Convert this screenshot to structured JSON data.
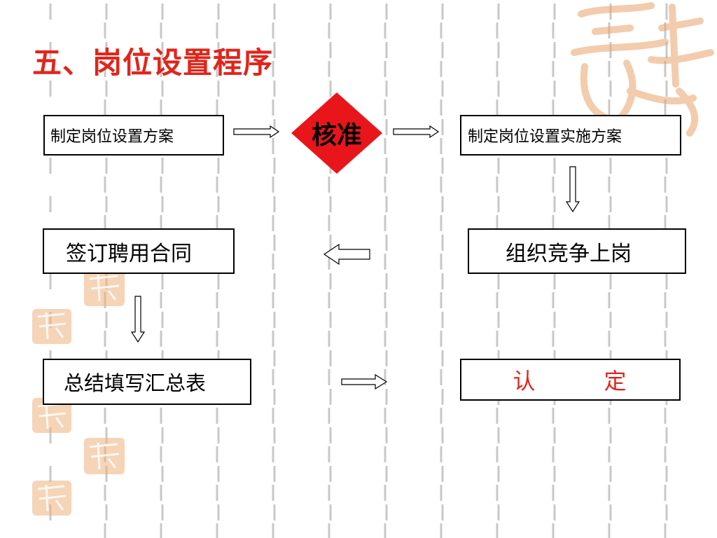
{
  "title": "五、岗位设置程序",
  "steps": {
    "draft_plan": "制定岗位设置方案",
    "approve": "核准",
    "implementation_plan": "制定岗位设置实施方案",
    "competition": "组织竞争上岗",
    "contract": "签订聘用合同",
    "summary": "总结填写汇总表",
    "confirm_char1": "认",
    "confirm_char2": "定"
  },
  "colors": {
    "title": "#e1251b",
    "diamond": "#e8161b",
    "confirm_text": "#e1251b",
    "decor_pattern": "#c8c8c8",
    "seal": "#e9a46a"
  },
  "decorations": {
    "background_pattern": "dashed-vertical-lines",
    "corner_seal": "auspicious-calligraphy-seal"
  }
}
